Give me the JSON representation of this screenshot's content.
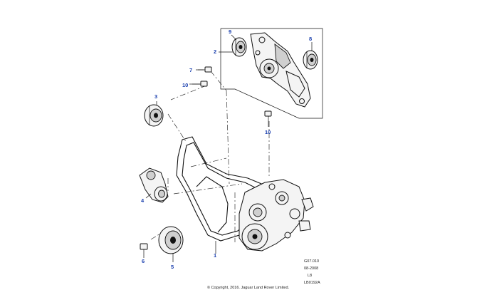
{
  "callouts": [
    {
      "id": "c1",
      "label": "1"
    },
    {
      "id": "c2",
      "label": "2"
    },
    {
      "id": "c3",
      "label": "3"
    },
    {
      "id": "c4",
      "label": "4"
    },
    {
      "id": "c5",
      "label": "5"
    },
    {
      "id": "c6",
      "label": "6"
    },
    {
      "id": "c7",
      "label": "7"
    },
    {
      "id": "c8",
      "label": "8"
    },
    {
      "id": "c9",
      "label": "9"
    },
    {
      "id": "c10a",
      "label": "10"
    },
    {
      "id": "c10b",
      "label": "10"
    }
  ],
  "reference": {
    "code": "G07.010",
    "date": "08-2008",
    "model": "L8",
    "illustration_id": "LB0192A"
  },
  "copyright": "© Copyright, 2016. Jaguar Land Rover Limited."
}
